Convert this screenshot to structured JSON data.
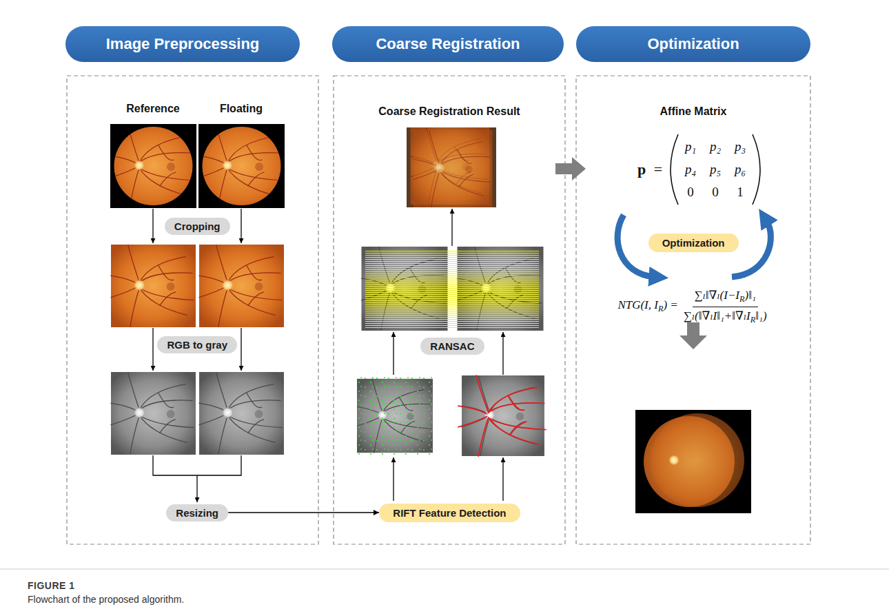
{
  "diagram": {
    "caption": "Flowchart of the proposed algorithm.",
    "nodes": [
      {
        "text": [
          "Image Preprocessing"
        ]
      },
      {
        "text": [
          "Coarse Registration"
        ]
      },
      {
        "text": [
          "Optimization"
        ]
      },
      {
        "text": [
          "Cropping"
        ]
      },
      {
        "text": [
          "RGB to gray"
        ]
      },
      {
        "text": [
          "Resizing"
        ]
      },
      {
        "text": [
          "RANSAC"
        ]
      },
      {
        "text": [
          "RIFT Feature Detection"
        ]
      },
      {
        "text": [
          "Optimization"
        ]
      }
    ],
    "edges": [
      {
        "from": 5,
        "to": 7,
        "arrow": "to"
      }
    ],
    "labels": [
      "Reference",
      "Floating",
      "Coarse Registration Result",
      "Affine Matrix",
      "p",
      "=",
      "p₁",
      "p₂",
      "p₃",
      "p₄",
      "p₅",
      "p₆",
      "0",
      "0",
      "1",
      "NTG(I, I",
      "R",
      ") =",
      "∑ₗ‖∇ₗ(I−I",
      "R",
      ")‖₁",
      "∑ₗ(‖∇ₗI‖₁+‖∇ₗI",
      "R",
      "‖₁)",
      "FIGURE 1"
    ]
  }
}
